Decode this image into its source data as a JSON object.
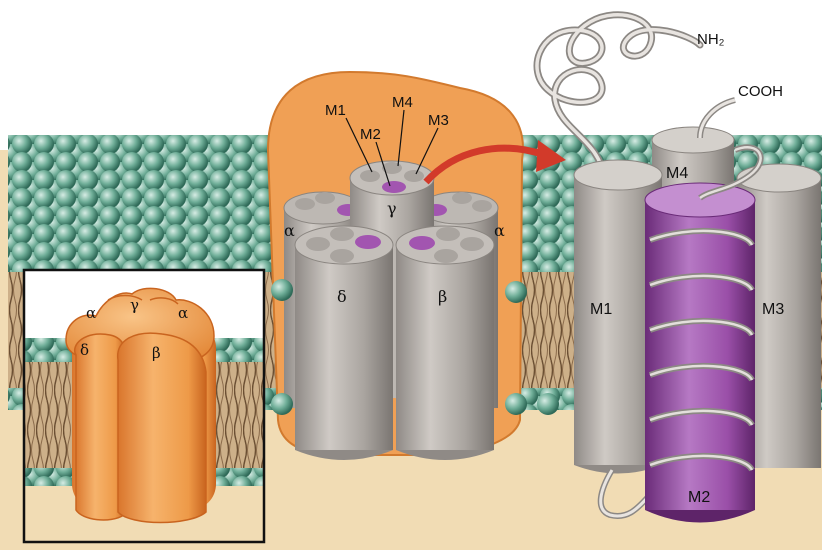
{
  "colors": {
    "background": "#ffffff",
    "water_sand": "#f1dcb4",
    "lipid_head": "#5f9e8a",
    "lipid_tail": "#8a6a4a",
    "receptor_orange": "#f2a050",
    "helix_gray": "#b5b0ab",
    "helix_purple": "#9a4fa8",
    "arrow_red": "#d23a2a"
  },
  "main_receptor": {
    "helix_labels": {
      "m1": "M1",
      "m2": "M2",
      "m3": "M3",
      "m4": "M4"
    },
    "subunits": {
      "gamma": "γ",
      "alpha_left": "α",
      "alpha_right": "α",
      "delta": "δ",
      "beta": "β"
    }
  },
  "inset": {
    "subunits": {
      "gamma": "γ",
      "alpha_left": "α",
      "alpha_right": "α",
      "delta": "δ",
      "beta": "β"
    }
  },
  "helix_detail": {
    "n_terminus": "NH₂",
    "c_terminus": "COOH",
    "labels": {
      "m1": "M1",
      "m2": "M2",
      "m3": "M3",
      "m4": "M4"
    }
  },
  "icons": [
    "callout-arrow-icon"
  ]
}
